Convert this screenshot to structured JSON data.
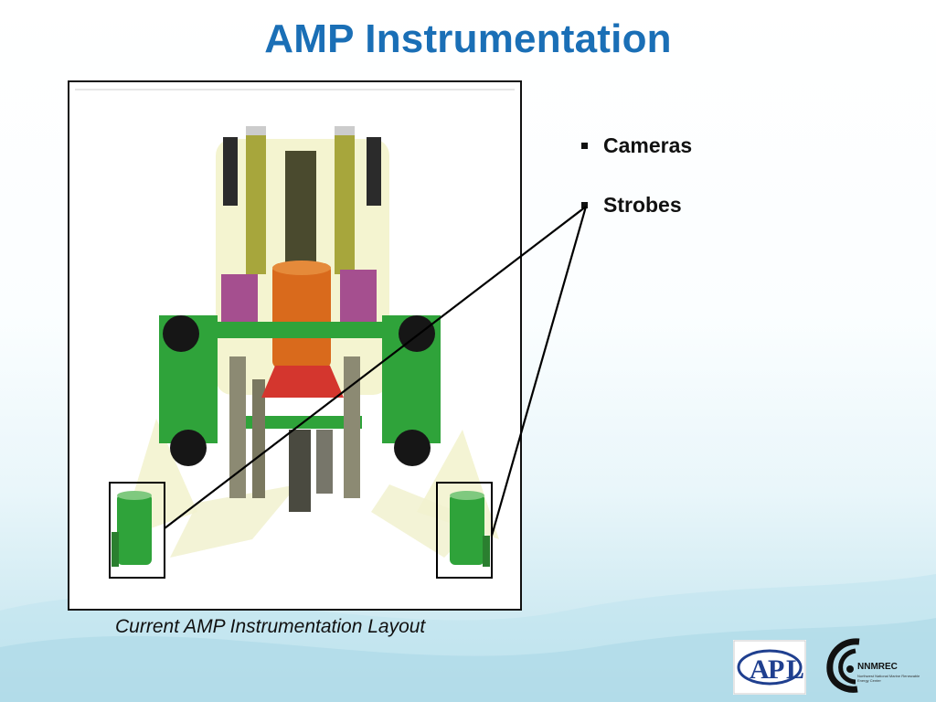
{
  "slide": {
    "title": "AMP Instrumentation",
    "caption": "Current AMP Instrumentation Layout"
  },
  "bullets": [
    {
      "label": "Cameras"
    },
    {
      "label": "Strobes"
    }
  ],
  "logos": {
    "apl": {
      "icon": "apl-logo"
    },
    "nnmrec": {
      "icon": "nnmrec-logo",
      "text": "NNMREC",
      "subtext": "Northwest National Marine Renewable Energy Center"
    }
  },
  "colors": {
    "title": "#1a6fb6",
    "frame_green": "#2fa33a",
    "orange": "#d96a1c",
    "olive": "#a7a63c",
    "magenta": "#a54f8f"
  }
}
